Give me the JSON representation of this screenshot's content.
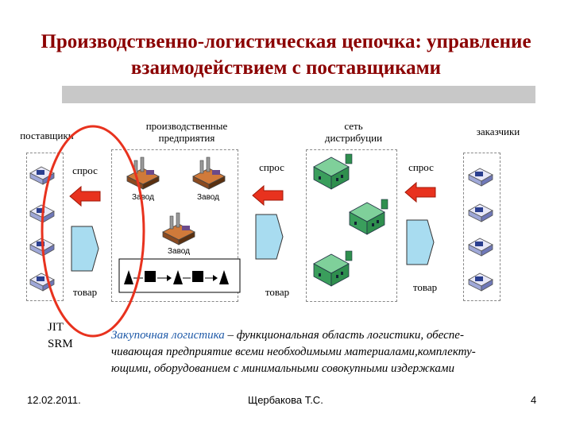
{
  "title_line1": "Производственно-логистическая цепочка: управление",
  "title_line2": "взаимодействием с поставщиками",
  "columns": {
    "suppliers": "поставщики",
    "plants_line1": "производственные",
    "plants_line2": "предприятия",
    "distribution_line1": "сеть",
    "distribution_line2": "дистрибуции",
    "customers": "заказчики"
  },
  "flow": {
    "demand_1": "спрос",
    "demand_2": "спрос",
    "demand_3": "спрос",
    "goods_1": "товар",
    "goods_2": "товар",
    "goods_3": "товар"
  },
  "plants": {
    "plant_1": "Завод",
    "plant_2": "Завод",
    "plant_3": "Завод"
  },
  "side_labels": {
    "jit": "JIT",
    "srm": "SRM"
  },
  "description": {
    "term": "Закупочная логистика",
    "text_line1": " – функциональная область логистики, обеспе-",
    "text_line2": "чивающая предприятие всеми необходимыми материалами,комплекту-",
    "text_line3": "ющими, оборудованием с минимальными  совокупными издержками"
  },
  "footer": {
    "date": "12.02.2011.",
    "author": "Щербакова Т.С.",
    "page": "4"
  },
  "colors": {
    "title": "#8b0000",
    "arrow_red": "#e8321e",
    "arrow_blue": "#a8dcf0",
    "ellipse": "#e8321e",
    "term": "#1f5aa8",
    "building": "#2f8f4e"
  }
}
